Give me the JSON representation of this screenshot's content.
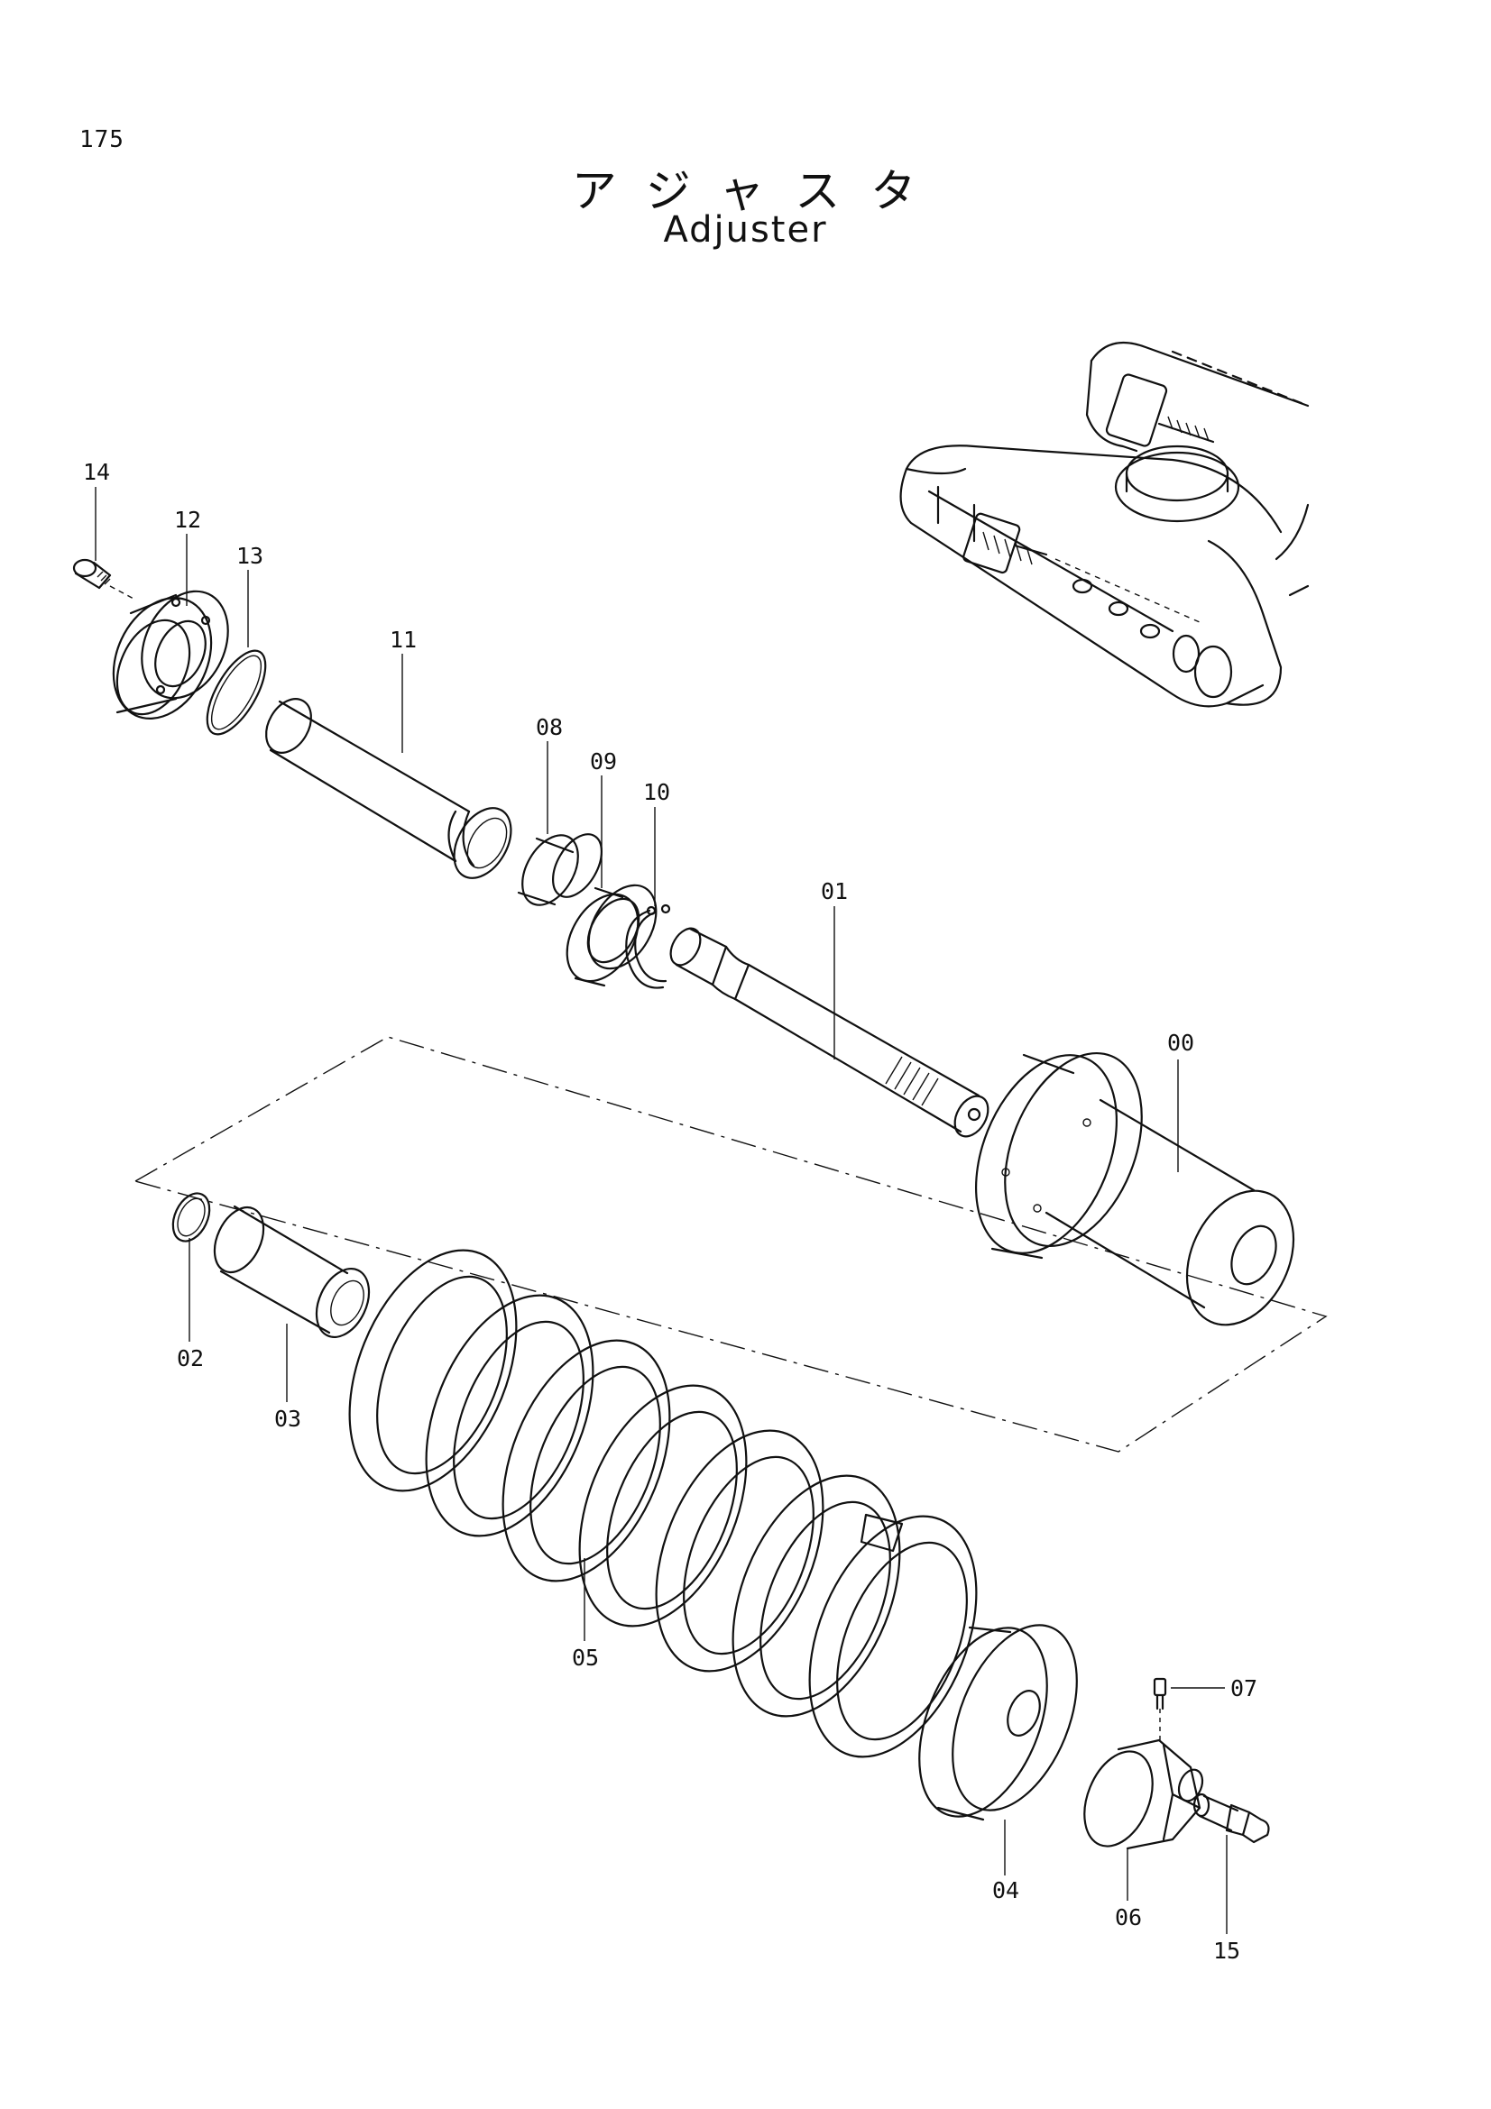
{
  "page": {
    "number": "175"
  },
  "title": {
    "japanese": "アジャスタ",
    "english": "Adjuster"
  },
  "callouts": [
    {
      "id": "00"
    },
    {
      "id": "01"
    },
    {
      "id": "02"
    },
    {
      "id": "03"
    },
    {
      "id": "04"
    },
    {
      "id": "05"
    },
    {
      "id": "06"
    },
    {
      "id": "07"
    },
    {
      "id": "08"
    },
    {
      "id": "09"
    },
    {
      "id": "10"
    },
    {
      "id": "11"
    },
    {
      "id": "12"
    },
    {
      "id": "13"
    },
    {
      "id": "14"
    },
    {
      "id": "15"
    }
  ]
}
